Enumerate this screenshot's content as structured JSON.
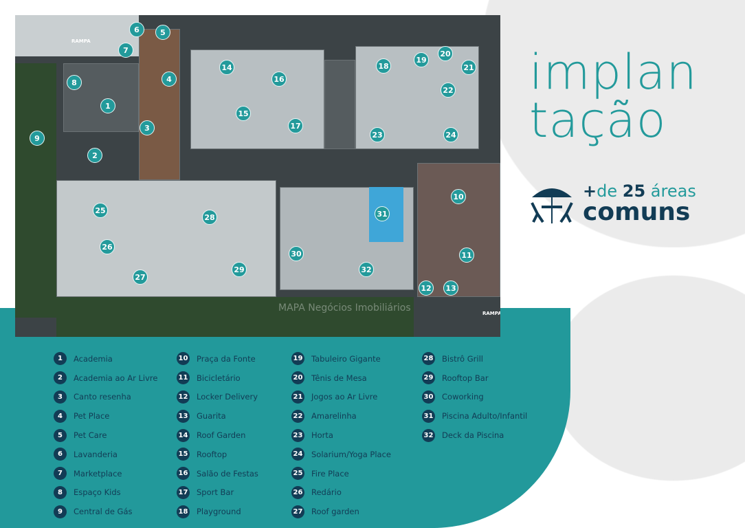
{
  "title": {
    "line1": "implan",
    "line2": "tação"
  },
  "badge": {
    "plus": "+",
    "prefix": "de",
    "count": "25",
    "suffix": "áreas",
    "line2": "comuns",
    "icon": "umbrella-table-icon"
  },
  "map": {
    "ramp_label": "RAMPA",
    "watermark": "MAPA Negócios Imobiliários",
    "markers": [
      "1",
      "2",
      "3",
      "4",
      "5",
      "6",
      "7",
      "8",
      "9",
      "10",
      "11",
      "12",
      "13",
      "14",
      "15",
      "16",
      "17",
      "18",
      "19",
      "20",
      "21",
      "22",
      "23",
      "24",
      "25",
      "26",
      "27",
      "28",
      "29",
      "30",
      "31",
      "32"
    ]
  },
  "legend": [
    [
      "1",
      "Academia"
    ],
    [
      "2",
      "Academia ao Ar Livre"
    ],
    [
      "3",
      "Canto resenha"
    ],
    [
      "4",
      "Pet Place"
    ],
    [
      "5",
      "Pet Care"
    ],
    [
      "6",
      "Lavanderia"
    ],
    [
      "7",
      "Marketplace"
    ],
    [
      "8",
      "Espaço Kids"
    ],
    [
      "9",
      "Central de Gás"
    ],
    [
      "10",
      "Praça da Fonte"
    ],
    [
      "11",
      "Bicicletário"
    ],
    [
      "12",
      "Locker Delivery"
    ],
    [
      "13",
      "Guarita"
    ],
    [
      "14",
      "Roof Garden"
    ],
    [
      "15",
      "Rooftop"
    ],
    [
      "16",
      "Salão de Festas"
    ],
    [
      "17",
      "Sport Bar"
    ],
    [
      "18",
      "Playground"
    ],
    [
      "19",
      "Tabuleiro Gigante"
    ],
    [
      "20",
      "Tênis de Mesa"
    ],
    [
      "21",
      "Jogos ao Ar Livre"
    ],
    [
      "22",
      "Amarelinha"
    ],
    [
      "23",
      "Horta"
    ],
    [
      "24",
      "Solarium/Yoga Place"
    ],
    [
      "25",
      "Fire Place"
    ],
    [
      "26",
      "Redário"
    ],
    [
      "27",
      "Roof garden"
    ],
    [
      "28",
      "Bistrô Grill"
    ],
    [
      "29",
      "Rooftop Bar"
    ],
    [
      "30",
      "Coworking"
    ],
    [
      "31",
      "Piscina Adulto/Infantil"
    ],
    [
      "32",
      "Deck da Piscina"
    ]
  ],
  "colors": {
    "teal": "#22999b",
    "navy": "#123c55"
  }
}
